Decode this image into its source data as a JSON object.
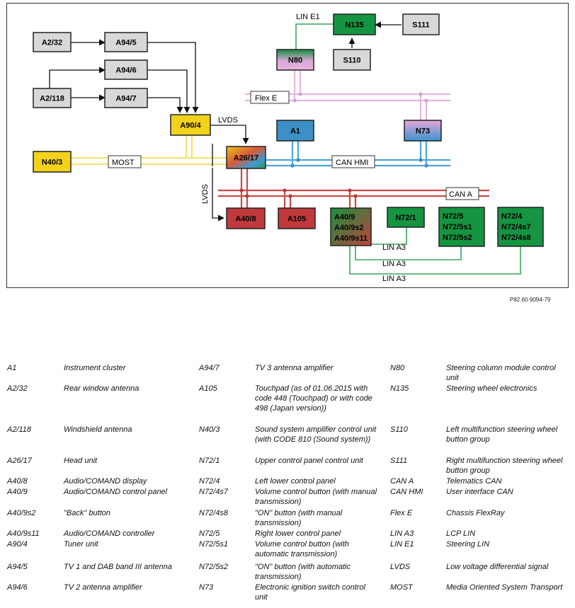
{
  "figure_ref": "P82.60-9094-79",
  "nodes": {
    "A2_32": "A2/32",
    "A2_118": "A2/118",
    "A94_5": "A94/5",
    "A94_6": "A94/6",
    "A94_7": "A94/7",
    "A90_4": "A90/4",
    "N40_3": "N40/3",
    "A26_17": "A26/17",
    "A1": "A1",
    "N73": "N73",
    "N80": "N80",
    "N135": "N135",
    "S111": "S111",
    "S110": "S110",
    "A40_8": "A40/8",
    "A105": "A105",
    "A40_9_group": [
      "A40/9",
      "A40/9s2",
      "A40/9s11"
    ],
    "N72_1": "N72/1",
    "N72_5_group": [
      "N72/5",
      "N72/5s1",
      "N72/5s2"
    ],
    "N72_4_group": [
      "N72/4",
      "N72/4s7",
      "N72/4s8"
    ]
  },
  "buses": {
    "lin_e1": "LIN E1",
    "flex_e": "Flex E",
    "lvds_top": "LVDS",
    "most": "MOST",
    "can_hmi": "CAN HMI",
    "lvds_side": "LVDS",
    "can_a": "CAN A",
    "lin_a3_1": "LIN A3",
    "lin_a3_2": "LIN A3",
    "lin_a3_3": "LIN A3"
  },
  "colors": {
    "grey_box": "#d8d8d8",
    "yellow": "#f2d21c",
    "blue": "#3d8fc6",
    "red": "#c0393c",
    "green": "#159441",
    "pink": "#e0a7d6",
    "most_line": "#f3e373",
    "can_hmi_line": "#4fa6d6",
    "can_a_line": "#c94b47"
  },
  "legend": [
    [
      {
        "code": "A1",
        "desc": "Instrument cluster"
      },
      {
        "code": "A2/32",
        "desc": "Rear window antenna"
      },
      {
        "code": "A2/118",
        "desc": "Windshield antenna"
      },
      {
        "code": "A26/17",
        "desc": "Head unit"
      },
      {
        "code": "A40/8",
        "desc": "Audio/COMAND display"
      },
      {
        "code": "A40/9",
        "desc": "Audio/COMAND control panel"
      },
      {
        "code": "A40/9s2",
        "desc": "\"Back\" button"
      },
      {
        "code": "A40/9s11",
        "desc": "Audio/COMAND controller"
      },
      {
        "code": "A90/4",
        "desc": "Tuner unit"
      },
      {
        "code": "A94/5",
        "desc": "TV 1 and DAB band III antenna"
      },
      {
        "code": "A94/6",
        "desc": "TV 2 antenna amplifier"
      }
    ],
    [
      {
        "code": "A94/7",
        "desc": "TV 3 antenna amplifier"
      },
      {
        "code": "A105",
        "desc": "Touchpad (as of 01.06.2015 with code 448 (Touchpad) or with code 498 (Japan version))"
      },
      {
        "code": "N40/3",
        "desc": "Sound system amplifier control unit (with CODE 810 (Sound system))"
      },
      {
        "code": "N72/1",
        "desc": "Upper control panel control unit"
      },
      {
        "code": "N72/4",
        "desc": "Left lower control panel"
      },
      {
        "code": "N72/4s7",
        "desc": "Volume control button (with manual transmission)"
      },
      {
        "code": "N72/4s8",
        "desc": "\"ON\" button (with manual transmission)"
      },
      {
        "code": "N72/5",
        "desc": "Right lower control panel"
      },
      {
        "code": "N72/5s1",
        "desc": "Volume control button (with automatic transmission)"
      },
      {
        "code": "N72/5s2",
        "desc": "\"ON\" button (with automatic transmission)"
      },
      {
        "code": "N73",
        "desc": "Electronic ignition switch control unit"
      }
    ],
    [
      {
        "code": "N80",
        "desc": "Steering column module control unit"
      },
      {
        "code": "N135",
        "desc": "Steering wheel electronics"
      },
      {
        "code": "S110",
        "desc": "Left multifunction steering wheel button group"
      },
      {
        "code": "S111",
        "desc": "Right multifunction steering wheel button group"
      },
      {
        "code": "CAN A",
        "desc": "Telematics CAN"
      },
      {
        "code": "CAN HMI",
        "desc": "User interface CAN"
      },
      {
        "code": "Flex E",
        "desc": "Chassis FlexRay"
      },
      {
        "code": "LIN A3",
        "desc": "LCP LIN"
      },
      {
        "code": "LIN E1",
        "desc": "Steering LIN"
      },
      {
        "code": "LVDS",
        "desc": "Low voltage differential signal"
      },
      {
        "code": "MOST",
        "desc": "Media Oriented System Transport"
      }
    ]
  ]
}
